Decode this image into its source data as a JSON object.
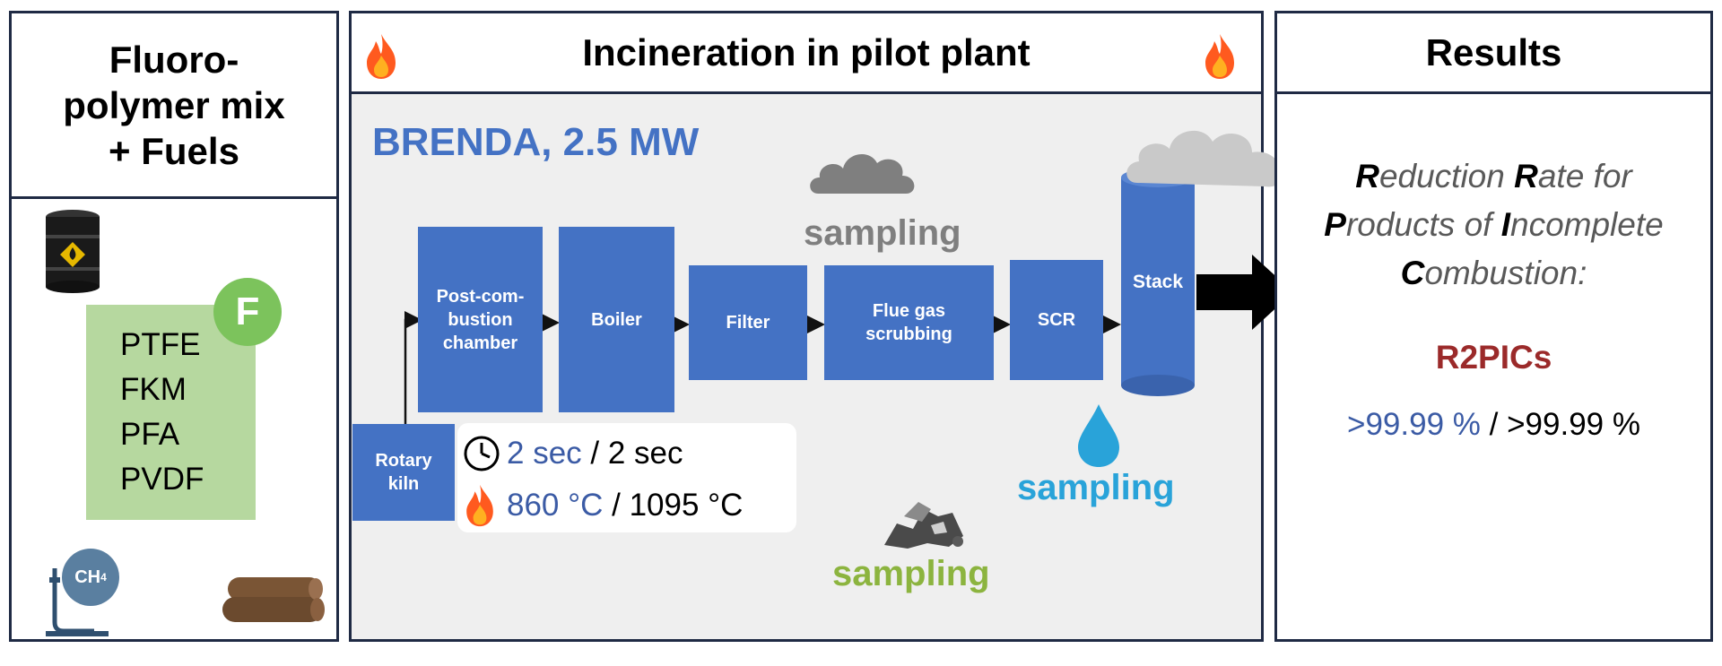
{
  "left_panel": {
    "header_lines": [
      "Fluoro-",
      "polymer mix",
      "+ Fuels"
    ],
    "polymers": [
      "PTFE",
      "FKM",
      "PFA",
      "PVDF"
    ],
    "badge": "F",
    "gas_label": "CH",
    "gas_subscript": "4"
  },
  "center_panel": {
    "header": "Incineration in pilot plant",
    "plant_name": "BRENDA, 2.5 MW",
    "blocks": {
      "rotary_kiln": "Rotary kiln",
      "post_combustion": "Post-com-bustion chamber",
      "boiler": "Boiler",
      "filter": "Filter",
      "scrubbing": "Flue gas scrubbing",
      "scr": "SCR",
      "stack": "Stack"
    },
    "conditions": {
      "time_a": "2 sec",
      "time_sep": " / ",
      "time_b": "2 sec",
      "temp_a": "860 °C",
      "temp_sep": " / ",
      "temp_b": "1095 °C"
    },
    "sampling_gas": "sampling",
    "sampling_water": "sampling",
    "sampling_solid": "sampling",
    "colors": {
      "block": "#4472c4",
      "sampling_gas": "#7f7f7f",
      "sampling_water": "#29a3d9",
      "sampling_solid": "#8cb43f"
    }
  },
  "right_panel": {
    "header": "Results",
    "line1": [
      {
        "b": "R"
      },
      {
        "t": "eduction "
      },
      {
        "b": "R"
      },
      {
        "t": "ate for"
      }
    ],
    "line2": [
      {
        "b": "P"
      },
      {
        "t": "roducts of "
      },
      {
        "b": "I"
      },
      {
        "t": "ncomplete"
      }
    ],
    "line3": [
      {
        "b": "C"
      },
      {
        "t": "ombustion:"
      }
    ],
    "acronym": "R2PICs",
    "value_a": ">99.99 %",
    "value_sep": " / ",
    "value_b": ">99.99 %",
    "colors": {
      "acronym": "#9b2a2a",
      "value_a": "#3b5ba5"
    }
  }
}
